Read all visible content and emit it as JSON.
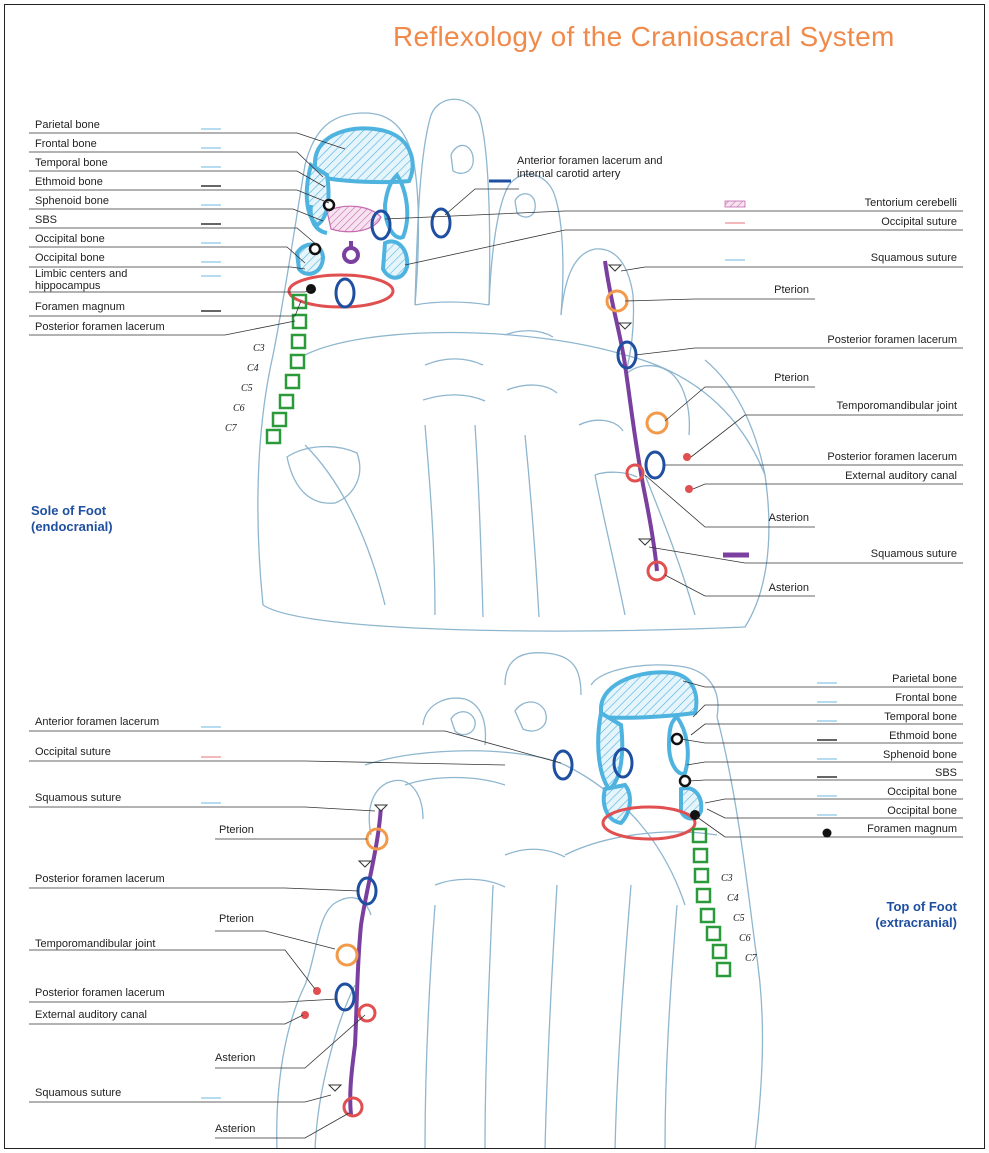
{
  "title": "Reflexology of the Craniosacral System",
  "sole": {
    "heading_line1": "Sole of Foot",
    "heading_line2": "(endocranial)",
    "left_labels": [
      "Parietal bone",
      "Frontal bone",
      "Temporal bone",
      "Ethmoid bone",
      "Sphenoid bone",
      "SBS",
      "Occipital bone",
      "Occipital bone",
      "Limbic centers and",
      "hippocampus",
      "Foramen magnum",
      "Posterior foramen lacerum"
    ],
    "vertebrae": [
      "C3",
      "C4",
      "C5",
      "C6",
      "C7"
    ],
    "anterior_label_1": "Anterior foramen lacerum and",
    "anterior_label_2": "internal carotid artery",
    "right_labels": [
      "Tentorium cerebelli",
      "Occipital suture",
      "Squamous suture",
      "Pterion",
      "Posterior foramen lacerum",
      "Pterion",
      "Temporomandibular joint",
      "Posterior foramen lacerum",
      "External auditory canal",
      "Asterion",
      "Squamous suture",
      "Asterion"
    ]
  },
  "top": {
    "heading_line1": "Top of Foot",
    "heading_line2": "(extracranial)",
    "right_labels": [
      "Parietal bone",
      "Frontal bone",
      "Temporal bone",
      "Ethmoid bone",
      "Sphenoid bone",
      "SBS",
      "Occipital bone",
      "Occipital bone",
      "Foramen magnum"
    ],
    "vertebrae": [
      "C3",
      "C4",
      "C5",
      "C6",
      "C7"
    ],
    "left_labels": [
      "Anterior foramen lacerum",
      "Occipital suture",
      "Squamous suture",
      "Pterion",
      "Posterior foramen lacerum",
      "Pterion",
      "Temporomandibular joint",
      "Posterior foramen lacerum",
      "External auditory canal",
      "Asterion",
      "Squamous suture",
      "Asterion"
    ]
  },
  "colors": {
    "title": "#f08a4b",
    "heading": "#1f4fa0",
    "cranial_bone": "#4fb3e0",
    "foramen_blue": "#1f4fa0",
    "pterion_orange": "#f29a4a",
    "asterion_red": "#e05050",
    "suture_purple": "#7b3fa0",
    "spine_green": "#2a9a3a",
    "tentorium_pink": "#e7a7d2",
    "foot_outline": "#8fb6cf"
  }
}
